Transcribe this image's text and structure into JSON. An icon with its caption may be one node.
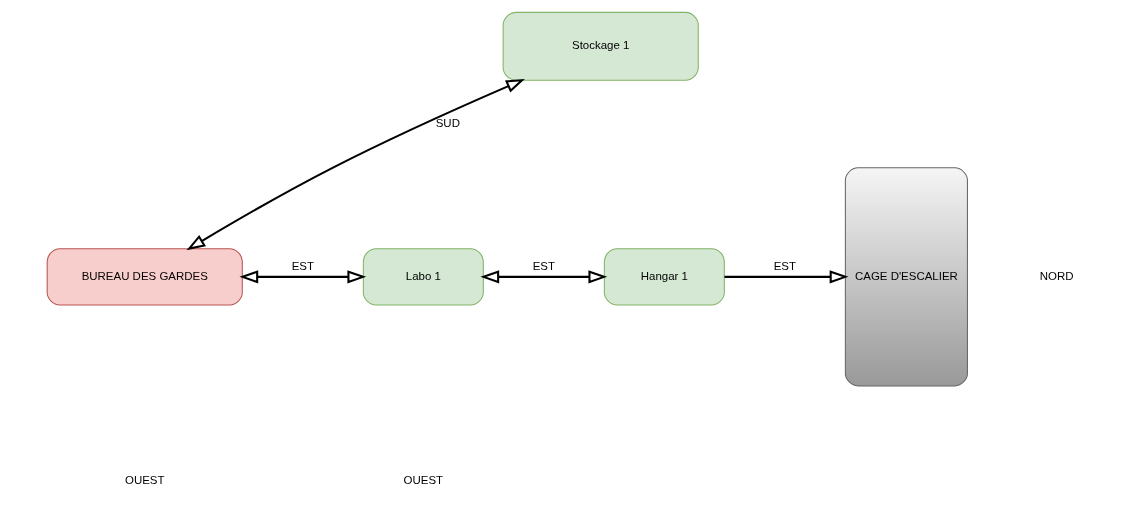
{
  "diagram": {
    "nodes": [
      {
        "text": [
          "Stockage 1"
        ]
      },
      {
        "text": [
          "BUREAU DES GARDES"
        ]
      },
      {
        "text": [
          "Labo 1"
        ]
      },
      {
        "text": [
          "Hangar 1"
        ]
      },
      {
        "text": [
          "CAGE D'ESCALIER"
        ]
      }
    ],
    "edges": [
      {
        "from": 0,
        "to": 1,
        "arrow": "both",
        "label": "SUD"
      },
      {
        "from": 1,
        "to": 2,
        "arrow": "both",
        "label": "EST"
      },
      {
        "from": 2,
        "to": 3,
        "arrow": "both",
        "label": "EST"
      },
      {
        "from": 3,
        "to": 4,
        "arrow": "to",
        "label": "EST"
      }
    ],
    "labels": [
      "NORD",
      "OUEST",
      "OUEST"
    ]
  }
}
